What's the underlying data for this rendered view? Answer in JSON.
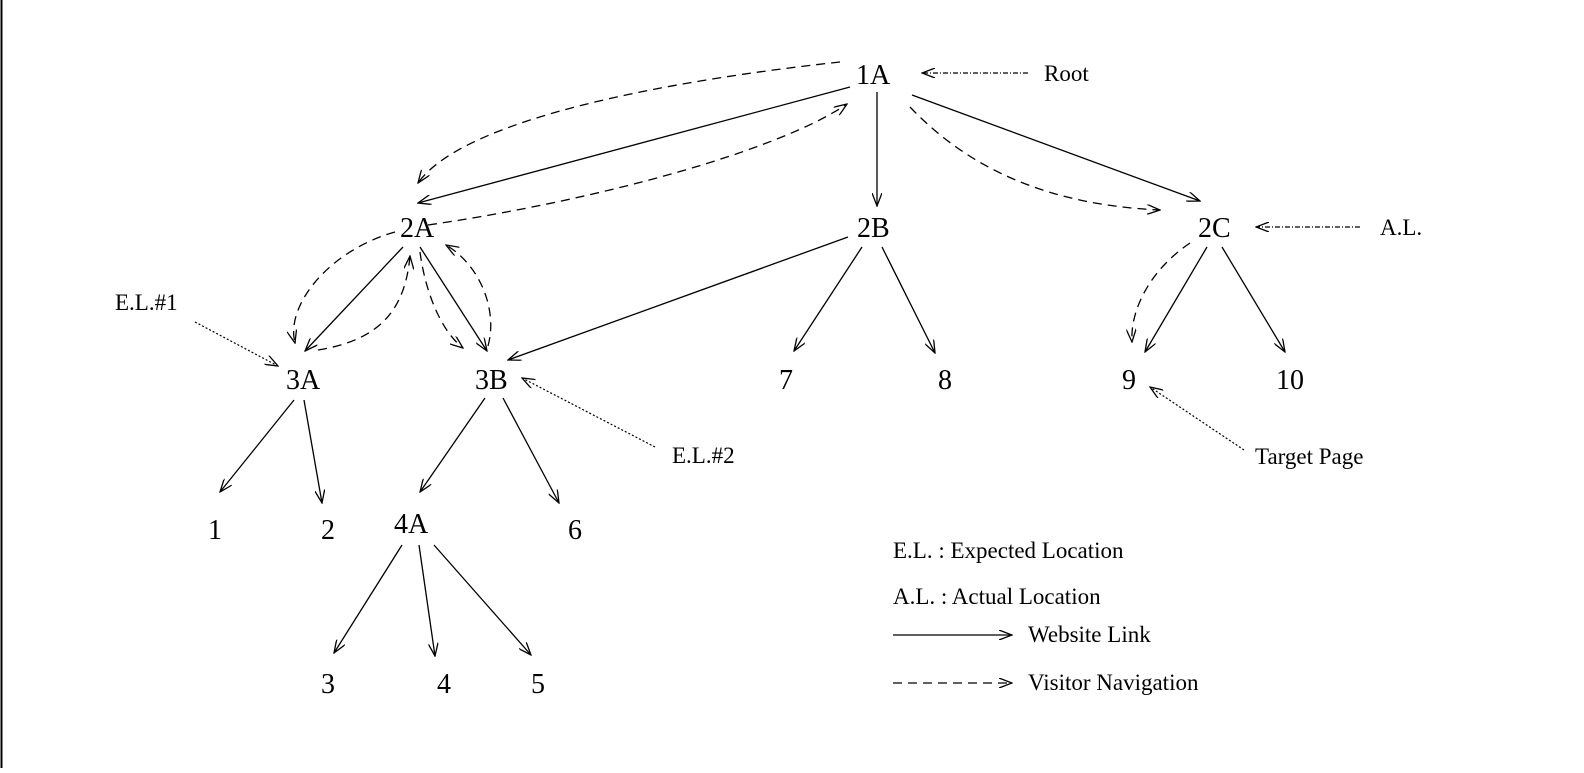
{
  "nodes": {
    "n1A": "1A",
    "n2A": "2A",
    "n2B": "2B",
    "n2C": "2C",
    "n3A": "3A",
    "n3B": "3B",
    "n7": "7",
    "n8": "8",
    "n9": "9",
    "n10": "10",
    "n1": "1",
    "n2": "2",
    "n4A": "4A",
    "n6": "6",
    "n3": "3",
    "n4": "4",
    "n5": "5"
  },
  "annotations": {
    "root": "Root",
    "al": "A.L.",
    "el1": "E.L.#1",
    "el2": "E.L.#2",
    "target": "Target Page"
  },
  "legend": {
    "expected": "E.L. : Expected Location",
    "actual": "A.L. : Actual Location",
    "website_link": "Website Link",
    "visitor_nav": "Visitor Navigation"
  }
}
